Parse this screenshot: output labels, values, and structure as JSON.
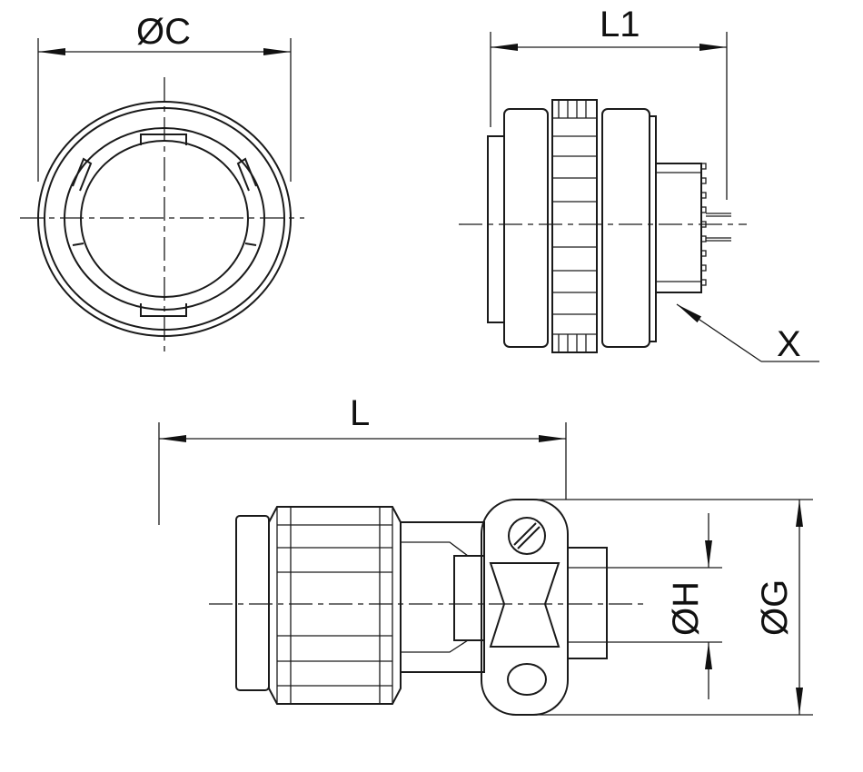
{
  "drawing": {
    "front_view": {
      "diameter_label": "ØC"
    },
    "side_view": {
      "length_label": "L1",
      "detail_label": "X"
    },
    "bottom_view": {
      "length_label": "L",
      "inner_diameter_label": "ØH",
      "outer_diameter_label": "ØG"
    }
  }
}
